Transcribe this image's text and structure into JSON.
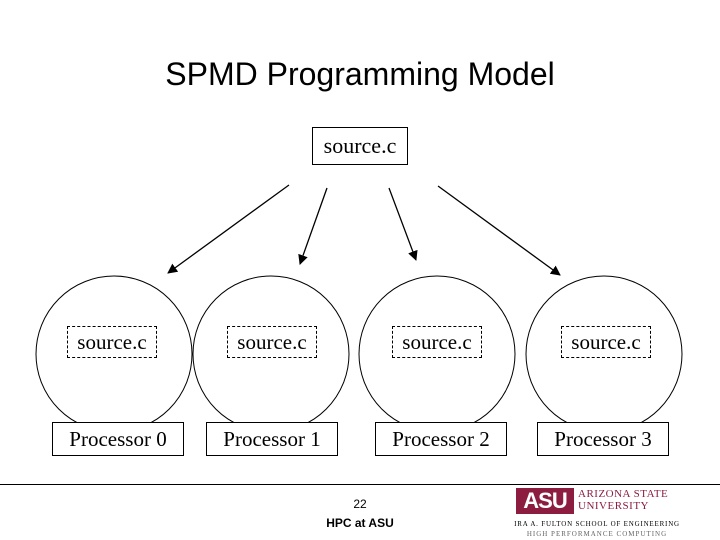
{
  "slide": {
    "title": "SPMD Programming Model",
    "source_file": "source.c",
    "processors": [
      {
        "copy_label": "source.c",
        "label": "Processor 0"
      },
      {
        "copy_label": "source.c",
        "label": "Processor 1"
      },
      {
        "copy_label": "source.c",
        "label": "Processor 2"
      },
      {
        "copy_label": "source.c",
        "label": "Processor 3"
      }
    ]
  },
  "footer": {
    "page_number": "22",
    "text": "HPC at ASU"
  },
  "logo": {
    "mark": "ASU",
    "name_line1": "ARIZONA STATE",
    "name_line2": "UNIVERSITY",
    "school": "IRA A. FULTON SCHOOL OF ENGINEERING",
    "subtitle": "HIGH PERFORMANCE COMPUTING",
    "brand_color": "#8c1d40"
  }
}
